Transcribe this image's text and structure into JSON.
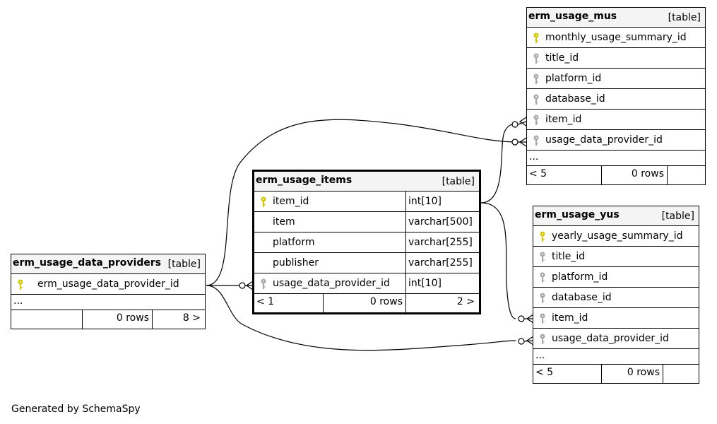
{
  "colors": {
    "primary_key": "#d4c700",
    "foreign_key": "#a8a8a8",
    "header_bg": "#f4f4f4"
  },
  "tables": {
    "providers": {
      "name": "erm_usage_data_providers",
      "type": "[table]",
      "columns": [
        {
          "name": "erm_usage_data_provider_id",
          "key": "primary"
        }
      ],
      "ellipsis": "...",
      "footer": {
        "parents": "",
        "rows": "0 rows",
        "children": "8 >"
      }
    },
    "items": {
      "name": "erm_usage_items",
      "type": "[table]",
      "columns": [
        {
          "name": "item_id",
          "type": "int[10]",
          "key": "primary"
        },
        {
          "name": "item",
          "type": "varchar[500]",
          "key": "none"
        },
        {
          "name": "platform",
          "type": "varchar[255]",
          "key": "none"
        },
        {
          "name": "publisher",
          "type": "varchar[255]",
          "key": "none"
        },
        {
          "name": "usage_data_provider_id",
          "type": "int[10]",
          "key": "foreign"
        }
      ],
      "footer": {
        "parents": "< 1",
        "rows": "0 rows",
        "children": "2 >"
      }
    },
    "mus": {
      "name": "erm_usage_mus",
      "type": "[table]",
      "columns": [
        {
          "name": "monthly_usage_summary_id",
          "key": "primary"
        },
        {
          "name": "title_id",
          "key": "foreign"
        },
        {
          "name": "platform_id",
          "key": "foreign"
        },
        {
          "name": "database_id",
          "key": "foreign"
        },
        {
          "name": "item_id",
          "key": "foreign"
        },
        {
          "name": "usage_data_provider_id",
          "key": "foreign"
        }
      ],
      "ellipsis": "...",
      "footer": {
        "parents": "< 5",
        "rows": "0 rows",
        "children": ""
      }
    },
    "yus": {
      "name": "erm_usage_yus",
      "type": "[table]",
      "columns": [
        {
          "name": "yearly_usage_summary_id",
          "key": "primary"
        },
        {
          "name": "title_id",
          "key": "foreign"
        },
        {
          "name": "platform_id",
          "key": "foreign"
        },
        {
          "name": "database_id",
          "key": "foreign"
        },
        {
          "name": "item_id",
          "key": "foreign"
        },
        {
          "name": "usage_data_provider_id",
          "key": "foreign"
        }
      ],
      "ellipsis": "...",
      "footer": {
        "parents": "< 5",
        "rows": "0 rows",
        "children": ""
      }
    }
  },
  "relationships": [
    {
      "from": "erm_usage_data_providers.erm_usage_data_provider_id",
      "to": "erm_usage_items.usage_data_provider_id"
    },
    {
      "from": "erm_usage_data_providers.erm_usage_data_provider_id",
      "to": "erm_usage_mus.usage_data_provider_id"
    },
    {
      "from": "erm_usage_data_providers.erm_usage_data_provider_id",
      "to": "erm_usage_yus.usage_data_provider_id"
    },
    {
      "from": "erm_usage_items.item_id",
      "to": "erm_usage_mus.item_id"
    },
    {
      "from": "erm_usage_items.item_id",
      "to": "erm_usage_yus.item_id"
    }
  ],
  "footer_note": "Generated by SchemaSpy"
}
